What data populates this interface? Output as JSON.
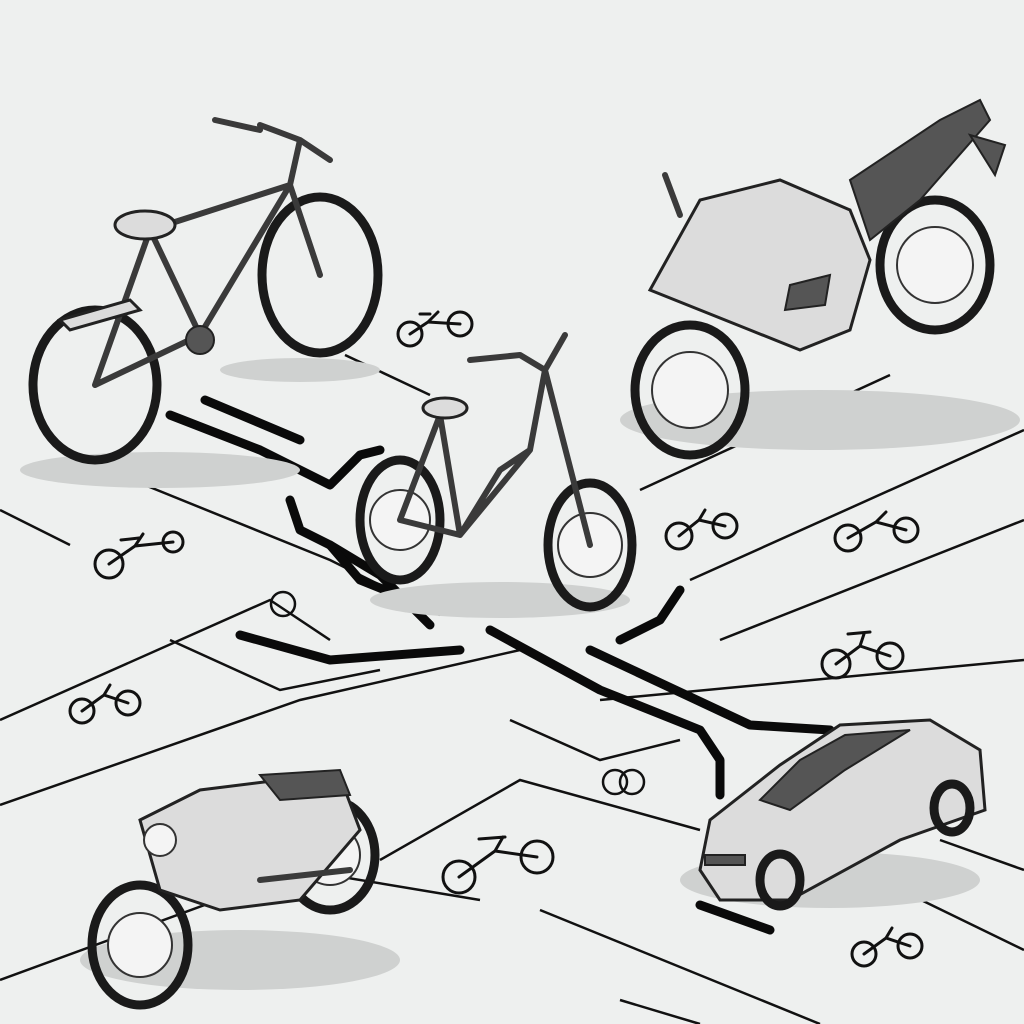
{
  "scene": {
    "background_color": "#eef0ef",
    "line_color": "#111111",
    "vehicles": [
      "city-bicycle",
      "sport-motorcycle",
      "kids-bicycle",
      "cruiser-motorcycle",
      "hatchback-car"
    ],
    "lane_icons": "bicycle-icon"
  }
}
